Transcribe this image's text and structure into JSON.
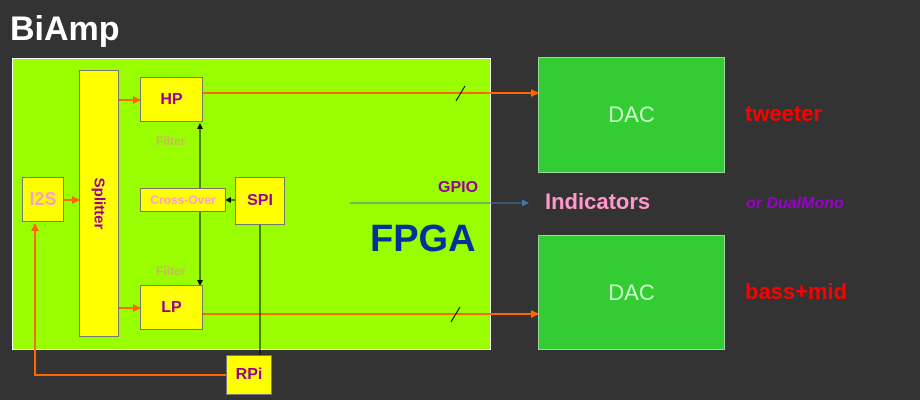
{
  "title": "BiAmp",
  "blocks": {
    "i2s": "I2S",
    "splitter": "Splitter",
    "hp": "HP",
    "lp": "LP",
    "crossover": "Cross-Over",
    "spi": "SPI",
    "rpi": "RPi",
    "fpga": "FPGA",
    "dac_top": "DAC",
    "dac_bottom": "DAC"
  },
  "labels": {
    "filter_top": "Filter",
    "filter_bottom": "Filter",
    "gpio": "GPIO",
    "indicators": "Indicators",
    "tweeter": "tweeter",
    "bass_mid": "bass+mid",
    "dual_mono": "or DualMono"
  },
  "colors": {
    "background": "#333333",
    "fpga": "#99ff00",
    "block": "#ffff00",
    "dac": "#33cc33",
    "arrow": "#ff6600",
    "speaker_label": "#ff0000",
    "block_text": "#990099"
  }
}
